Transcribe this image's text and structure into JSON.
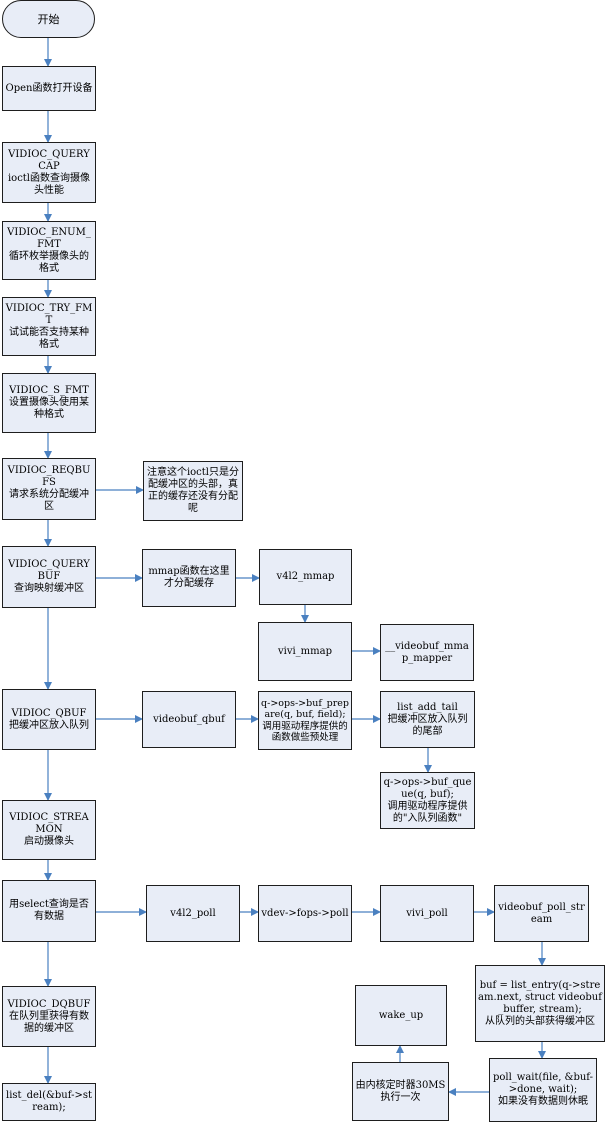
{
  "start": "开始",
  "main": {
    "open": "Open函数打开设备",
    "querycap": "VIDIOC_QUERYCAP\nioctl函数查询摄像头性能",
    "enum_fmt": "VIDIOC_ENUM_FMT\n循环枚举摄像头的格式",
    "try_fmt": "VIDIOC_TRY_FMT\n试试能否支持某种格式",
    "s_fmt": "VIDIOC_S_FMT\n设置摄像头使用某种格式",
    "reqbufs": "VIDIOC_REQBUFS\n请求系统分配缓冲区",
    "querybuf": "VIDIOC_QUERYBUF\n查询映射缓冲区",
    "qbuf": "VIDIOC_QBUF\n把缓冲区放入队列",
    "streamon": "VIDIOC_STREAMON\n启动摄像头",
    "select": "用select查询是否有数据",
    "dqbuf": "VIDIOC_DQBUF\n在队列里获得有数据的缓冲区",
    "list_del": "list_del(&buf->stream);"
  },
  "notes": {
    "reqbufs_note": "注意这个ioctl只是分配缓冲区的头部，真正的缓存还没有分配呢"
  },
  "mmap": {
    "mmap_fn": "mmap函数在这里才分配缓存",
    "v4l2_mmap": "v4l2_mmap",
    "vivi_mmap": "vivi_mmap",
    "videobuf_mmap_mapper": "__videobuf_mmap_mapper"
  },
  "qbuf_chain": {
    "videobuf_qbuf": "videobuf_qbuf",
    "buf_prepare": "q->ops->buf_prepare(q, buf, field);\n调用驱动程序提供的函数做些预处理",
    "list_add_tail": "list_add_tail\n把缓冲区放入队列的尾部",
    "buf_queue": "q->ops->buf_queue(q, buf);\n调用驱动程序提供的\"入队列函数\""
  },
  "poll_chain": {
    "v4l2_poll": "v4l2_poll",
    "vdev_poll": "vdev->fops->poll",
    "vivi_poll": "vivi_poll",
    "videobuf_poll_stream": "videobuf_poll_stream",
    "list_entry": "buf = list_entry(q->stream.next, struct videobuf_buffer, stream);\n从队列的头部获得缓冲区",
    "poll_wait": "poll_wait(file, &buf->done, wait);\n如果没有数据则休眠",
    "timer": "由内核定时器30MS执行一次",
    "wake_up": "wake_up"
  },
  "colors": {
    "box_fill": "#e8edf7",
    "border": "#1e1e1e",
    "arrow": "#4a80c0"
  }
}
